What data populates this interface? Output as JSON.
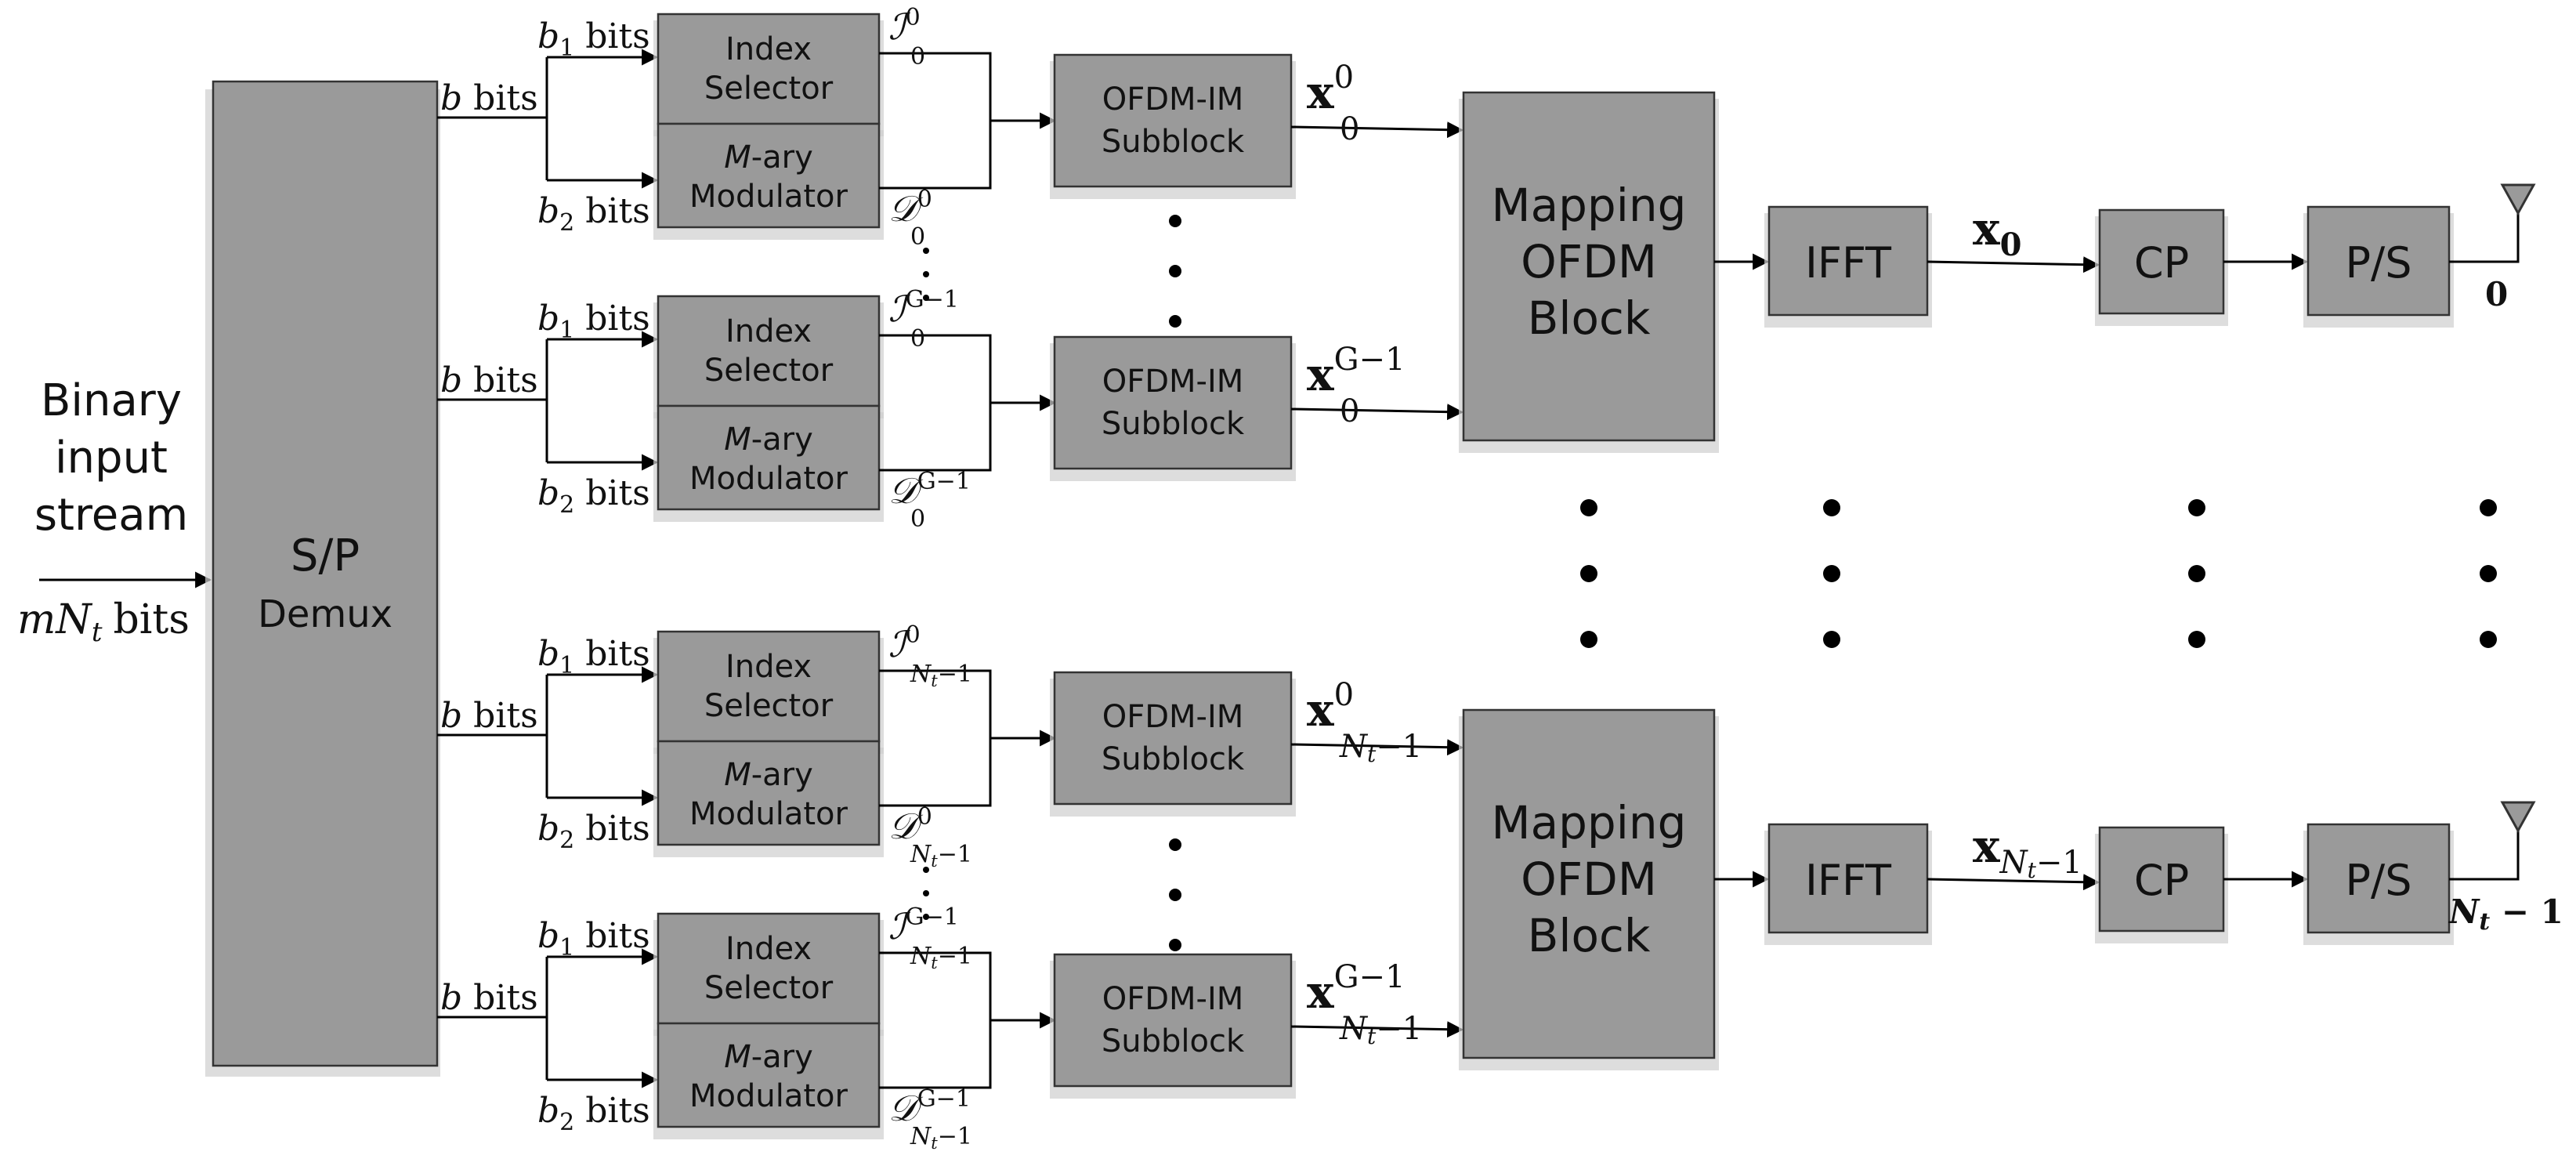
{
  "input": {
    "lines": [
      "Binary",
      "input",
      "stream"
    ],
    "bits_var": "mN",
    "bits_sub": "t",
    "bits_unit": "bits"
  },
  "sp_block": {
    "line1": "S/P",
    "line2": "Demux"
  },
  "bit_split": {
    "b_label": "b",
    "b1_var": "b",
    "b1_sub": "1",
    "b2_var": "b",
    "b2_sub": "2",
    "unit": "bits"
  },
  "index_selector": {
    "line1": "Index",
    "line2": "Selector"
  },
  "modulator": {
    "line1_italic": "M",
    "line1_rest": "-ary",
    "line2": "Modulator"
  },
  "subblock": {
    "line1": "OFDM-IM",
    "line2": "Subblock"
  },
  "mapping": {
    "line1": "Mapping",
    "line2": "OFDM",
    "line3": "Block"
  },
  "ifft": "IFFT",
  "cp": "CP",
  "ps": "P/S",
  "symbols": {
    "I": "ℐ",
    "D": "𝒟",
    "x": "x",
    "sup0": "0",
    "supG": "G−1",
    "sub0": "0",
    "subNt_var": "N",
    "subNt_sub": "t",
    "subNt_tail": "−1"
  },
  "antennas": {
    "first": "0",
    "last_var": "N",
    "last_sub": "t",
    "last_tail": " − 1"
  }
}
